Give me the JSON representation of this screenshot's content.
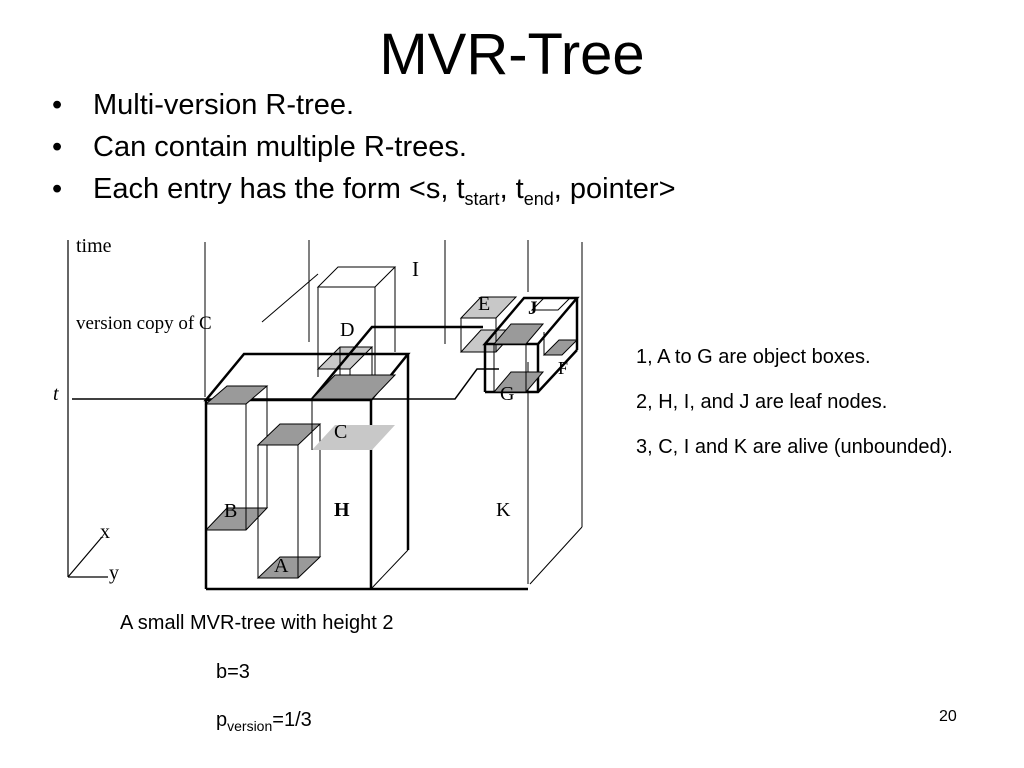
{
  "title": "MVR-Tree",
  "bullets": [
    {
      "text": "Multi-version R-tree."
    },
    {
      "text": "Can contain multiple R-trees."
    },
    {
      "text_before": "Each entry has the form <s, t",
      "sub1": "start",
      "text_mid": ", t",
      "sub2": "end",
      "text_after": ", pointer>"
    }
  ],
  "bullet_glyph": "•",
  "figure": {
    "axis_time": "time",
    "axis_x": "x",
    "axis_y": "y",
    "t_label": "t",
    "version_copy_label": "version copy of C",
    "boxes": {
      "A": "A",
      "B": "B",
      "C": "C",
      "D": "D",
      "E": "E",
      "F": "F",
      "G": "G",
      "H": "H",
      "I": "I",
      "J": "J",
      "K": "K"
    }
  },
  "notes": [
    "1, A to G are object boxes.",
    "2, H, I, and J are leaf nodes.",
    "3, C, I and K are alive (unbounded)."
  ],
  "caption": "A small MVR-tree with height 2",
  "param_b": "b=3",
  "param_p": {
    "base": "p",
    "sub": "version",
    "rest": "=1/3"
  },
  "page_number": "20",
  "colors": {
    "box_fill": "#9a9a9a",
    "box_fill_light": "#c8c8c8",
    "line": "#000000"
  }
}
